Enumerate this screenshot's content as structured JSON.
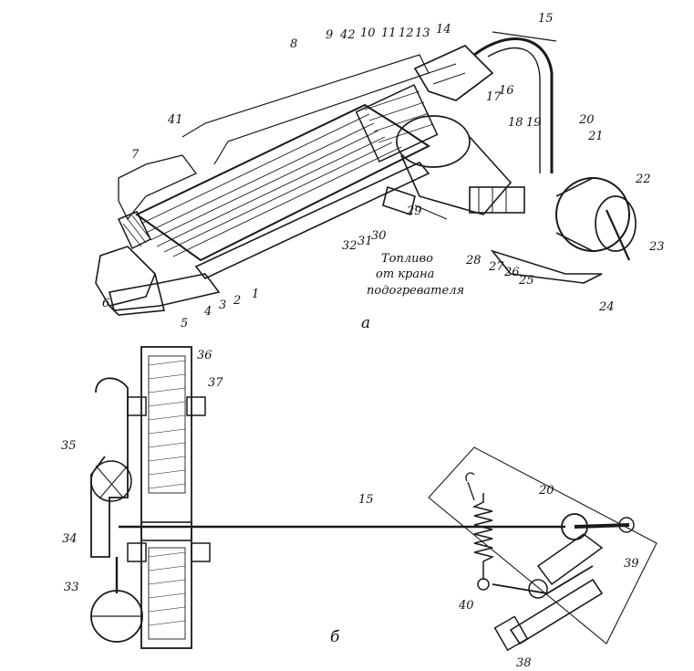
{
  "figure": {
    "part_a": {
      "sublabel": "а",
      "fuel_caption": [
        "Топливо",
        "от крана",
        "подогревателя"
      ],
      "callouts": [
        "1",
        "2",
        "3",
        "4",
        "5",
        "6",
        "7",
        "8",
        "9",
        "10",
        "11",
        "12",
        "13",
        "14",
        "15",
        "16",
        "17",
        "18",
        "19",
        "20",
        "21",
        "22",
        "23",
        "24",
        "25",
        "26",
        "27",
        "28",
        "29",
        "30",
        "31",
        "32",
        "41",
        "42"
      ]
    },
    "part_b": {
      "sublabel": "б",
      "callouts": [
        "15",
        "20",
        "33",
        "34",
        "35",
        "36",
        "37",
        "38",
        "39",
        "40"
      ]
    }
  }
}
